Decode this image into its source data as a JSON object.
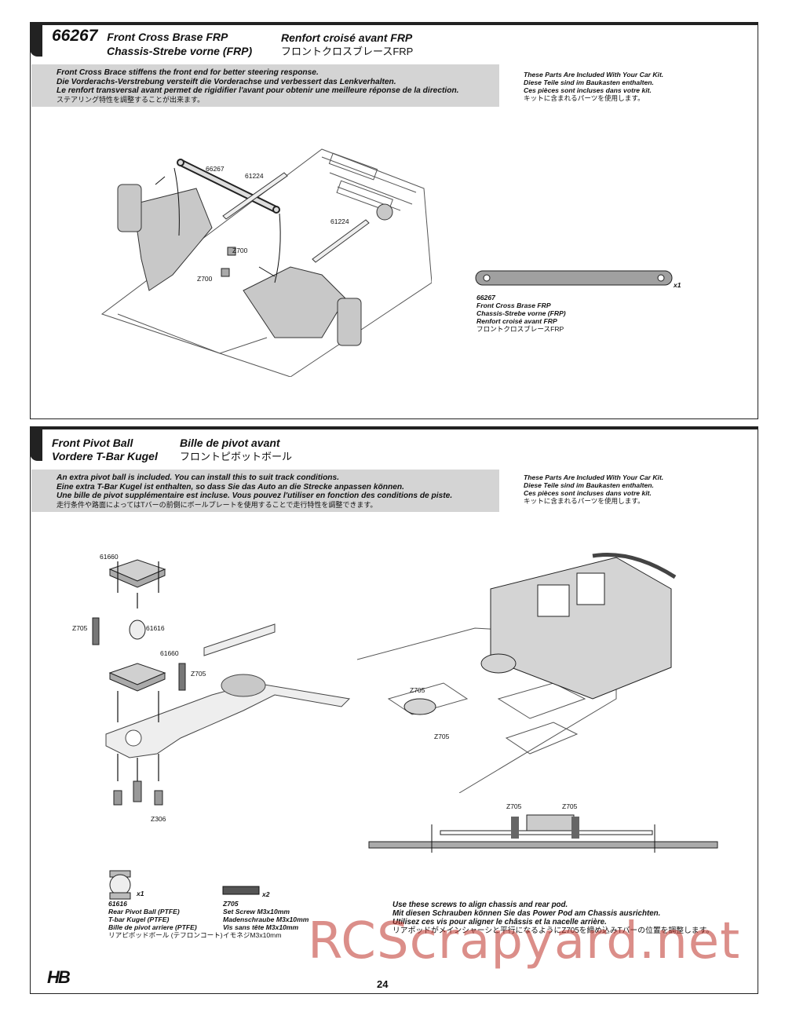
{
  "section1": {
    "part_number": "66267",
    "title_en": "Front Cross Brase FRP",
    "title_de": "Chassis-Strebe vorne (FRP)",
    "title_fr": "Renfort croisé avant FRP",
    "title_jp": "フロントクロスブレースFRP",
    "notes": [
      "Front Cross Brace stiffens the front end for better steering response.",
      "Die Vorderachs-Verstrebung versteift die Vorderachse und verbessert das Lenkverhalten.",
      "Le renfort transversal avant permet de rigidifier l'avant pour obtenir une meilleure réponse de la direction."
    ],
    "note_jp": "ステアリング特性を調整することが出来ます。",
    "included": [
      "These Parts Are Included With Your Car Kit.",
      "Diese Teile sind im Baukasten enthalten.",
      "Ces pièces sont incluses dans votre kit."
    ],
    "included_jp": "キットに含まれるパーツを使用します。",
    "callouts": [
      "66267",
      "61224",
      "61224",
      "Z700",
      "Z700"
    ],
    "part_qty": "x1",
    "part_caption": [
      "66267",
      "Front Cross Brase FRP",
      "Chassis-Strebe vorne (FRP)",
      "Renfort croisé avant FRP"
    ],
    "part_caption_jp": "フロントクロスブレースFRP"
  },
  "section2": {
    "title_en": "Front Pivot Ball",
    "title_de": "Vordere T-Bar Kugel",
    "title_fr": "Bille de pivot avant",
    "title_jp": "フロントピボットボール",
    "notes": [
      "An extra pivot ball is included. You can install this to suit track conditions.",
      "Eine extra T-Bar Kugel ist enthalten, so dass Sie das Auto an die Strecke anpassen können.",
      "Une bille de pivot supplémentaire est incluse. Vous pouvez l'utiliser en fonction des conditions de piste."
    ],
    "note_jp": "走行条件や路面によってはTバーの前側にボールプレートを使用することで走行特性を調整できます。",
    "included": [
      "These Parts Are Included With Your Car Kit.",
      "Diese Teile sind im Baukasten enthalten.",
      "Ces pièces sont incluses dans votre kit."
    ],
    "included_jp": "キットに含まれるパーツを使用します。",
    "callouts": [
      "61660",
      "Z705",
      "61616",
      "61660",
      "Z705",
      "Z306",
      "Z705",
      "Z705",
      "Z705",
      "Z705"
    ],
    "ball_qty": "x1",
    "ball_caption": [
      "61616",
      "Rear Pivot Ball (PTFE)",
      "T-bar Kugel (PTFE)",
      "Bille de pivot arriere (PTFE)"
    ],
    "ball_caption_jp": "リアピボッドボール (テフロンコート)",
    "screw_qty": "x2",
    "screw_caption": [
      "Z705",
      "Set Screw M3x10mm",
      "Madenschraube M3x10mm",
      "Vis sans tête M3x10mm"
    ],
    "screw_caption_jp": "イモネジM3x10mm",
    "align_note": [
      "Use these screws to align chassis and rear pod.",
      "Mit diesen Schrauben können Sie das Power Pod am Chassis ausrichten.",
      "Utilisez ces vis pour aligner le châssis et la nacelle arrière."
    ],
    "align_note_jp": "リアポッドがメインシャーシと平行になるようにZ705を締め込みTバーの位置を調整します。"
  },
  "footer": {
    "page_number": "24",
    "logo": "HB",
    "watermark": "RCScrapyard.net"
  }
}
